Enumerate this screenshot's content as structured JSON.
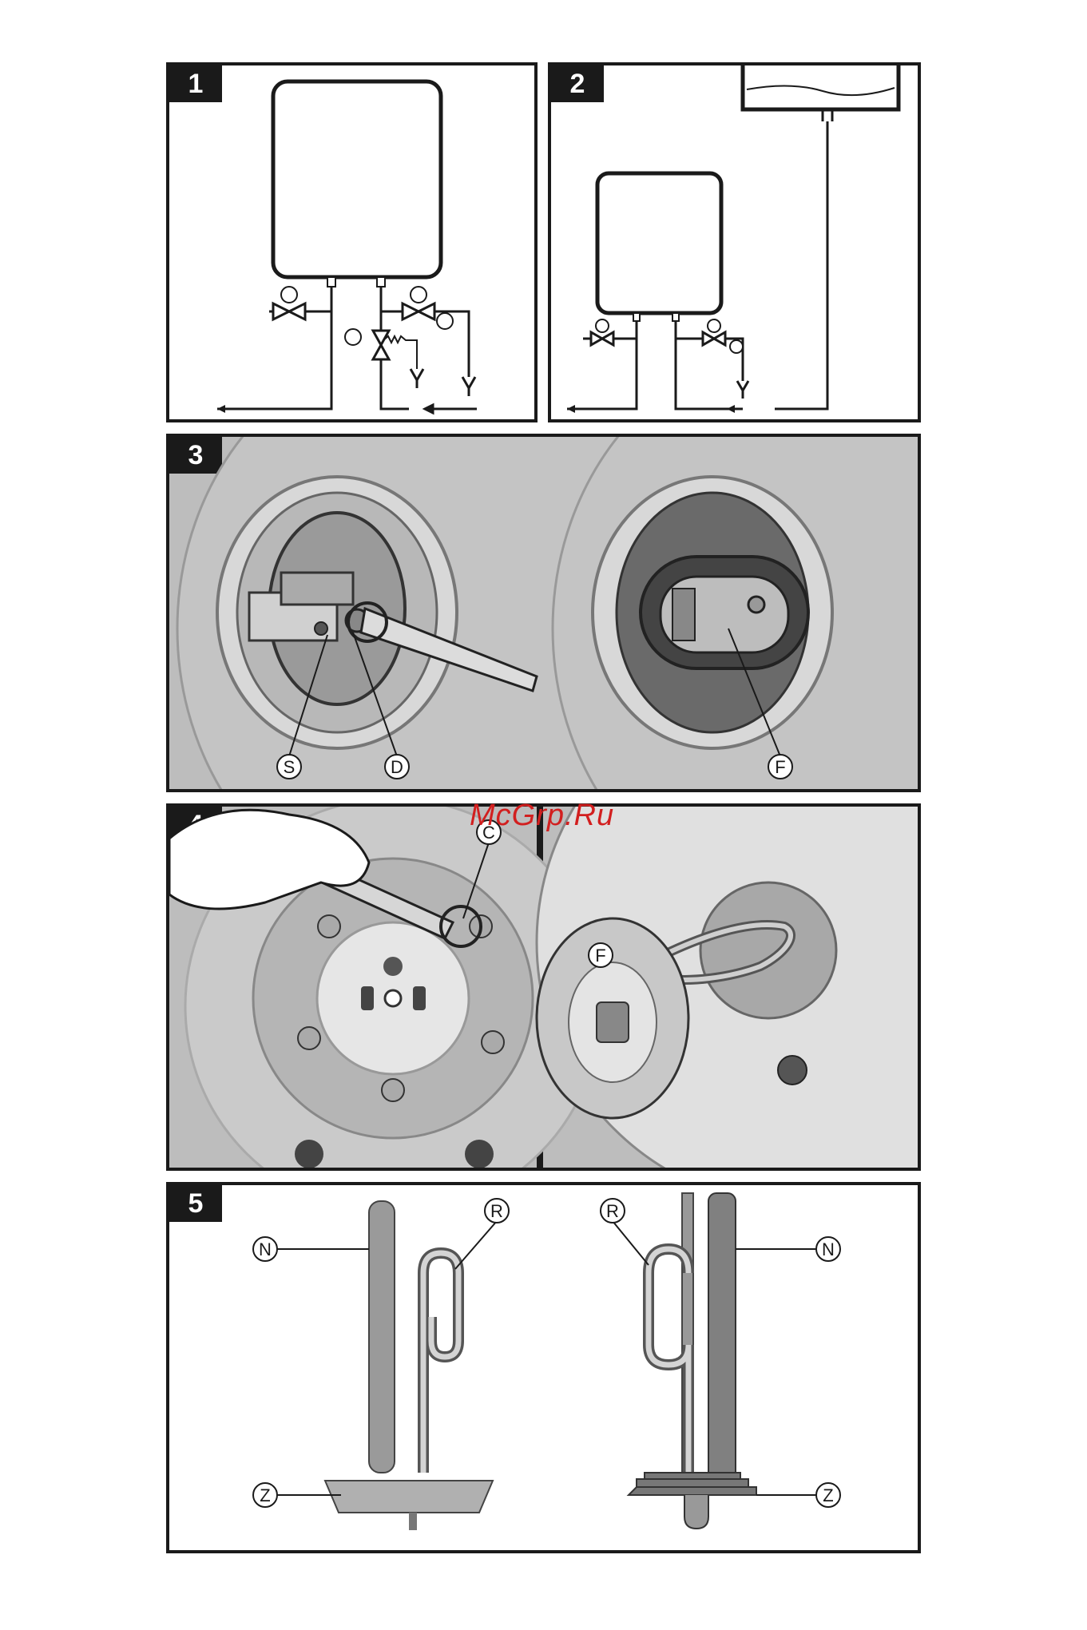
{
  "panels": {
    "p1": {
      "number": "1"
    },
    "p2": {
      "number": "2"
    },
    "p3": {
      "number": "3"
    },
    "p4": {
      "number": "4"
    },
    "p5": {
      "number": "5"
    }
  },
  "labels": {
    "S": "S",
    "D": "D",
    "F1": "F",
    "C": "C",
    "F2": "F",
    "R1": "R",
    "N1": "N",
    "Z1": "Z",
    "R2": "R",
    "N2": "N",
    "Z2": "Z"
  },
  "watermark": "McGrp.Ru",
  "colors": {
    "frame": "#1a1a1a",
    "metal_gray": "#bdbdbd",
    "watermark": "#d21f1f"
  }
}
